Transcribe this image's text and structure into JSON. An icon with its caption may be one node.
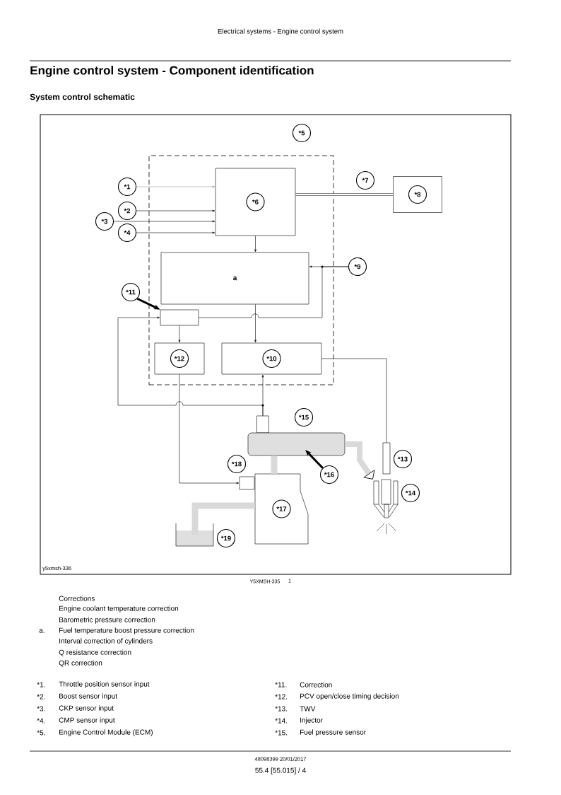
{
  "diagram": {
    "title": "Engine control system - Component identification",
    "nodes": [
      {
        "text": [
          "*5"
        ]
      },
      {
        "text": [],
        "shape": "box"
      },
      {
        "text": [
          "*1"
        ]
      },
      {
        "text": [
          "*2"
        ]
      },
      {
        "text": [
          "*3"
        ]
      },
      {
        "text": [
          "*4"
        ]
      },
      {
        "text": [
          "*6"
        ],
        "in": 1
      },
      {
        "text": [
          "*7"
        ]
      },
      {
        "text": [
          "*8"
        ]
      },
      {
        "text": [
          "a"
        ],
        "in": 1
      },
      {
        "text": [
          "*9"
        ]
      },
      {
        "text": [
          "*11"
        ]
      },
      {
        "text": [],
        "shape": "box",
        "in": 1
      },
      {
        "text": [
          "*12"
        ],
        "in": 1
      },
      {
        "text": [
          "*10"
        ],
        "in": 1
      },
      {
        "text": [
          "*15"
        ]
      },
      {
        "text": [],
        "shape": "box"
      },
      {
        "text": [],
        "shape": "cylinder"
      },
      {
        "text": [
          "*16"
        ]
      },
      {
        "text": [
          "*18"
        ]
      },
      {
        "text": [
          "*13"
        ]
      },
      {
        "text": [],
        "shape": "box"
      },
      {
        "text": [],
        "shape": "box"
      },
      {
        "text": [
          "*14"
        ]
      },
      {
        "text": [],
        "shape": "injector"
      },
      {
        "text": [
          "*17"
        ]
      },
      {
        "text": [],
        "shape": "tank"
      },
      {
        "text": [
          "*19"
        ]
      }
    ],
    "edges": [
      {
        "from": 2,
        "to": 6,
        "arrow": "to",
        "color": "#9a9a9a"
      },
      {
        "from": 3,
        "to": 6,
        "arrow": "to"
      },
      {
        "from": 4,
        "to": 6,
        "arrow": "to"
      },
      {
        "from": 5,
        "to": 6,
        "arrow": "to"
      },
      {
        "from": 6,
        "to": 8,
        "arrow": "none",
        "style": "thick"
      },
      {
        "from": 6,
        "to": 9,
        "arrow": "to"
      },
      {
        "from": 10,
        "to": 9,
        "arrow": "to"
      },
      {
        "from": 10,
        "to": 12,
        "arrow": "none"
      },
      {
        "from": 9,
        "to": 14,
        "arrow": "to"
      },
      {
        "from": 11,
        "to": 12,
        "arrow": "to",
        "style": "thick"
      },
      {
        "from": 12,
        "to": 13,
        "arrow": "to"
      },
      {
        "from": 16,
        "to": 14,
        "arrow": "to"
      },
      {
        "from": 16,
        "to": 12,
        "arrow": "to"
      },
      {
        "from": 13,
        "to": 22,
        "arrow": "to"
      },
      {
        "from": 14,
        "to": 21,
        "arrow": "none"
      },
      {
        "from": 18,
        "to": 17,
        "arrow": "to",
        "style": "thick"
      },
      {
        "from": 17,
        "to": 24,
        "arrow": "to",
        "style": "thick",
        "color": "#d9d9d9"
      },
      {
        "from": 17,
        "to": 25,
        "arrow": "none",
        "style": "thick",
        "color": "#d9d9d9"
      },
      {
        "from": 25,
        "to": 26,
        "arrow": "none",
        "style": "thick",
        "color": "#d9d9d9"
      }
    ],
    "labels": [
      "Electrical systems - Engine control system",
      "System control schematic",
      "y5xmsh-336",
      "Y5XMSH-335",
      "1",
      "Corrections",
      "Engine coolant temperature correction",
      "Barometric pressure correction",
      "a.",
      "Fuel temperature boost pressure correction",
      "Interval correction of cylinders",
      "Q resistance correction",
      "QR correction",
      "*1.",
      "Throttle position sensor input",
      "*11.",
      "Correction",
      "*2.",
      "Boost sensor input",
      "*12.",
      "PCV open/close timing decision",
      "*3.",
      "CKP sensor input",
      "*13.",
      "TWV",
      "*4.",
      "CMP sensor input",
      "*14.",
      "Injector",
      "*5.",
      "Engine Control Module (ECM)",
      "*15.",
      "Fuel pressure sensor",
      "48098399 20/01/2017",
      "55.4 [55.015] / 4"
    ]
  }
}
